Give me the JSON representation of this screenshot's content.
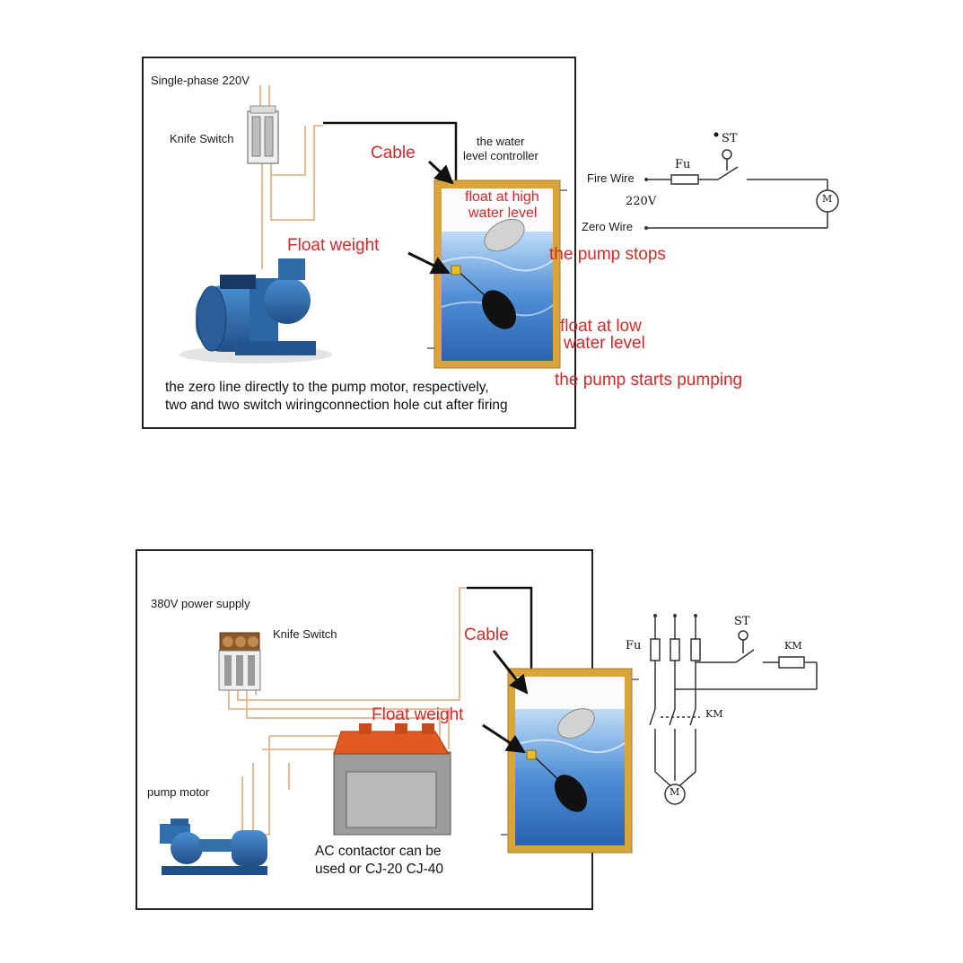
{
  "top": {
    "power_label": "Single-phase 220V",
    "knife_switch_label": "Knife Switch",
    "cable_label": "Cable",
    "controller_label_1": "the water",
    "controller_label_2": "level controller",
    "float_high_1": "float at high",
    "float_high_2": "water level",
    "float_weight_label": "Float weight",
    "pump_stops": "the pump stops",
    "float_low_1": "float at low",
    "float_low_2": "water level",
    "pump_starts": "the pump starts pumping",
    "caption_1": "the zero line directly to the pump motor, respectively,",
    "caption_2": "two and two switch wiringconnection hole cut after firing",
    "schematic": {
      "fu": "Fu",
      "st": "ST",
      "fire_wire": "Fire Wire",
      "voltage": "220V",
      "zero_wire": "Zero Wire",
      "motor": "M"
    }
  },
  "bottom": {
    "power_label": "380V power supply",
    "knife_switch_label": "Knife Switch",
    "cable_label": "Cable",
    "float_weight_label": "Float weight",
    "pump_motor_label": "pump motor",
    "contactor_1": "AC contactor can be",
    "contactor_2": "used or CJ-20 CJ-40",
    "schematic": {
      "fu": "Fu",
      "st": "ST",
      "km_coil": "KM",
      "km_contact": "KM",
      "motor": "M"
    }
  },
  "colors": {
    "wire": "#e8b38a",
    "water": "#2f73c9",
    "tank": "#d9a43a",
    "annotation": "#d42a2a",
    "pump": "#2e6fb0"
  }
}
